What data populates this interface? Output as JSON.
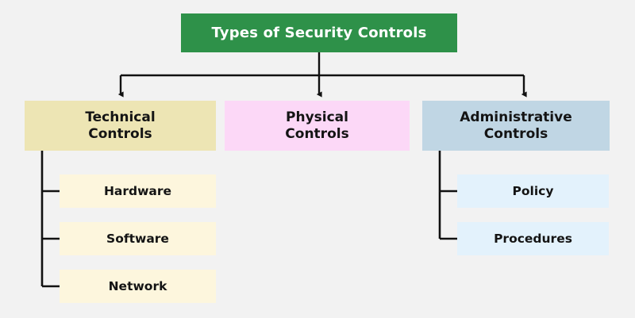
{
  "diagram": {
    "title": "Types of Security Controls",
    "background_color": "#f2f2f2",
    "root": {
      "label": "Types of Security Controls",
      "fill": "#2e9149",
      "text_color": "#ffffff"
    },
    "branches": [
      {
        "id": "technical",
        "label": "Technical\nControls",
        "fill": "#ede5b4",
        "children": [
          {
            "id": "hardware",
            "label": "Hardware",
            "fill": "#fdf6dd"
          },
          {
            "id": "software",
            "label": "Software",
            "fill": "#fdf6dd"
          },
          {
            "id": "network",
            "label": "Network",
            "fill": "#fdf6dd"
          }
        ]
      },
      {
        "id": "physical",
        "label": "Physical\nControls",
        "fill": "#fcd8f7",
        "children": []
      },
      {
        "id": "administrative",
        "label": "Administrative\nControls",
        "fill": "#c0d6e4",
        "children": [
          {
            "id": "policy",
            "label": "Policy",
            "fill": "#e3f2fc"
          },
          {
            "id": "procedures",
            "label": "Procedures",
            "fill": "#e3f2fc"
          }
        ]
      }
    ],
    "connector_color": "#111111"
  }
}
